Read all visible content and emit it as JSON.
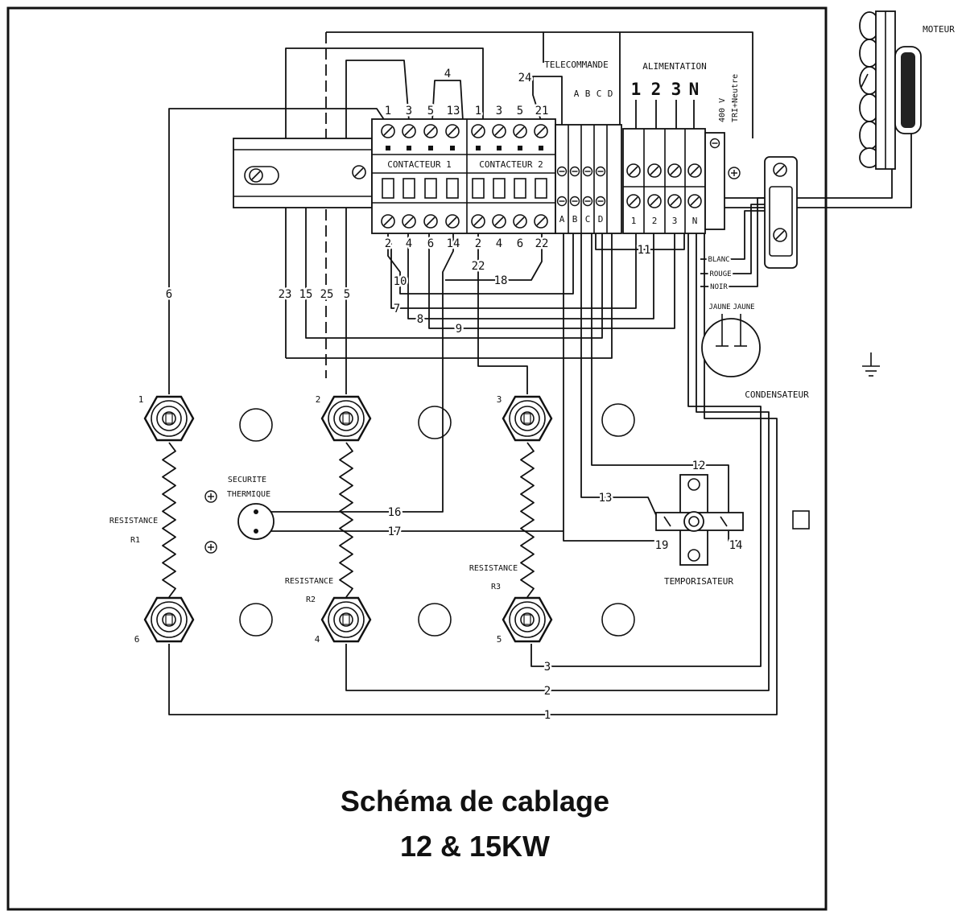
{
  "title": {
    "line1": "Schéma de cablage",
    "line2": "12 & 15KW"
  },
  "motor": {
    "label": "MOTEUR"
  },
  "telecommande": {
    "label": "TELECOMMANDE",
    "wire": "24",
    "terminals": [
      "A",
      "B",
      "C",
      "D"
    ]
  },
  "alimentation": {
    "label": "ALIMENTATION",
    "terminals": [
      "1",
      "2",
      "3",
      "N"
    ],
    "voltage": "400 V",
    "supply": "TRI+Neutre"
  },
  "contactor1": {
    "label": "CONTACTEUR 1",
    "top": [
      "1",
      "3",
      "5",
      "13"
    ],
    "bottom": [
      "2",
      "4",
      "6",
      "14"
    ]
  },
  "contactor2": {
    "label": "CONTACTEUR 2",
    "top": [
      "1",
      "3",
      "5",
      "21"
    ],
    "bottom": [
      "2",
      "4",
      "6",
      "22"
    ]
  },
  "bridge": "4",
  "capacitor": {
    "label": "CONDENSATEUR",
    "leads": [
      "JAUNE",
      "JAUNE"
    ]
  },
  "motor_leads": [
    "BLANC",
    "ROUGE",
    "NOIR"
  ],
  "thermal_cutout": {
    "line1": "SECURITE",
    "line2": "THERMIQUE"
  },
  "timer": {
    "label": "TEMPORISATEUR"
  },
  "resistors": [
    {
      "label": "RESISTANCE",
      "name": "R1",
      "top_terminal": "1",
      "bottom_terminal": "6"
    },
    {
      "label": "RESISTANCE",
      "name": "R2",
      "top_terminal": "2",
      "bottom_terminal": "4"
    },
    {
      "label": "RESISTANCE",
      "name": "R3",
      "top_terminal": "3",
      "bottom_terminal": "5"
    }
  ],
  "wire_numbers": {
    "w6": "6",
    "w23": "23",
    "w15": "15",
    "w25": "25",
    "w5": "5",
    "w10": "10",
    "w7": "7",
    "w8": "8",
    "w9": "9",
    "w22": "22",
    "w18": "18",
    "w11": "11",
    "w16": "16",
    "w17": "17",
    "w13": "13",
    "w12": "12",
    "w19": "19",
    "w14": "14",
    "w3": "3",
    "w2": "2",
    "w1": "1"
  }
}
